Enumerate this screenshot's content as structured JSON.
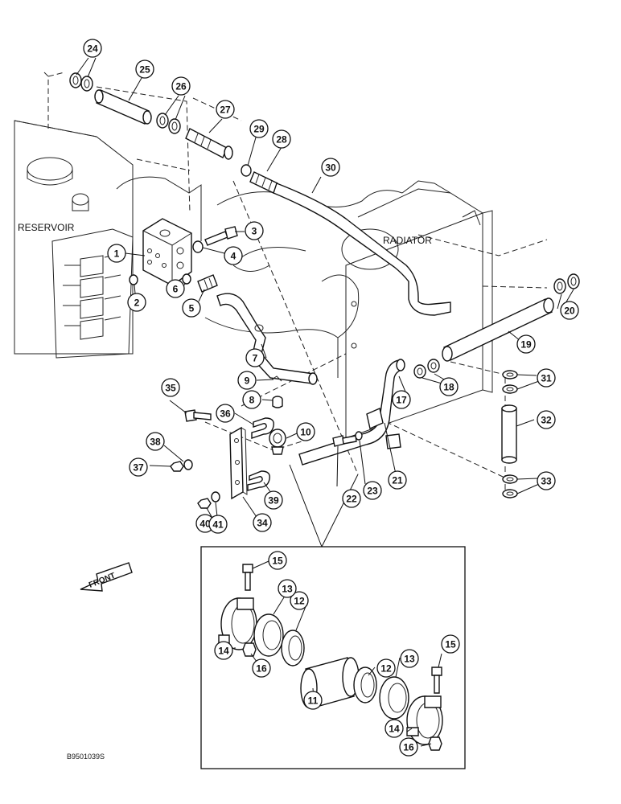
{
  "labels": {
    "reservoir": "RESERVOIR",
    "radiator": "RADIATOR",
    "front": "FRONT",
    "drawing_code": "B9501039S"
  },
  "callouts": [
    {
      "n": "1"
    },
    {
      "n": "2"
    },
    {
      "n": "3"
    },
    {
      "n": "4"
    },
    {
      "n": "5"
    },
    {
      "n": "6"
    },
    {
      "n": "7"
    },
    {
      "n": "8"
    },
    {
      "n": "9"
    },
    {
      "n": "10"
    },
    {
      "n": "11"
    },
    {
      "n": "12"
    },
    {
      "n": "12"
    },
    {
      "n": "13"
    },
    {
      "n": "13"
    },
    {
      "n": "14"
    },
    {
      "n": "14"
    },
    {
      "n": "15"
    },
    {
      "n": "15"
    },
    {
      "n": "16"
    },
    {
      "n": "16"
    },
    {
      "n": "17"
    },
    {
      "n": "18"
    },
    {
      "n": "19"
    },
    {
      "n": "20"
    },
    {
      "n": "21"
    },
    {
      "n": "22"
    },
    {
      "n": "23"
    },
    {
      "n": "24"
    },
    {
      "n": "25"
    },
    {
      "n": "26"
    },
    {
      "n": "27"
    },
    {
      "n": "28"
    },
    {
      "n": "29"
    },
    {
      "n": "30"
    },
    {
      "n": "31"
    },
    {
      "n": "32"
    },
    {
      "n": "33"
    },
    {
      "n": "34"
    },
    {
      "n": "35"
    },
    {
      "n": "36"
    },
    {
      "n": "37"
    },
    {
      "n": "38"
    },
    {
      "n": "39"
    },
    {
      "n": "40"
    },
    {
      "n": "41"
    }
  ]
}
